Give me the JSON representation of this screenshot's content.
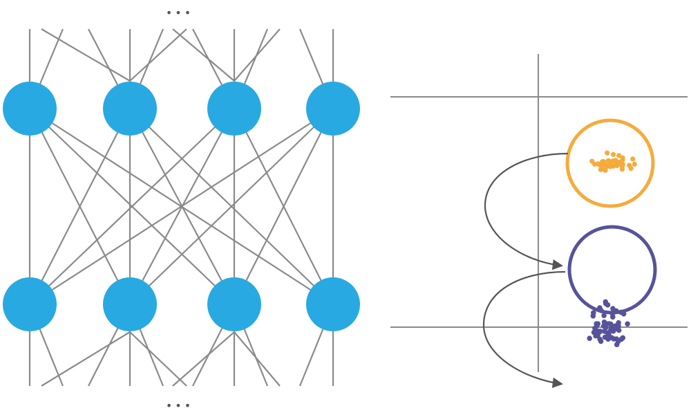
{
  "colors": {
    "background": "#ffffff",
    "node_fill": "#29a9e1",
    "edge": "#8a8a8a",
    "axis": "#8a8a8a",
    "arrow": "#555555",
    "cluster_orange": "#f5ab3c",
    "cluster_purple": "#56539a"
  },
  "network": {
    "rows": 2,
    "nodes_per_row": 4,
    "ellipsis_top": "•••",
    "ellipsis_bottom": "•••"
  },
  "scatter_panel": {
    "clusters": [
      {
        "name": "orange-cluster",
        "color_key": "cluster_orange",
        "point_count": 45
      },
      {
        "name": "purple-cluster",
        "color_key": "cluster_purple",
        "point_count": 60
      }
    ],
    "arrows": 2
  }
}
